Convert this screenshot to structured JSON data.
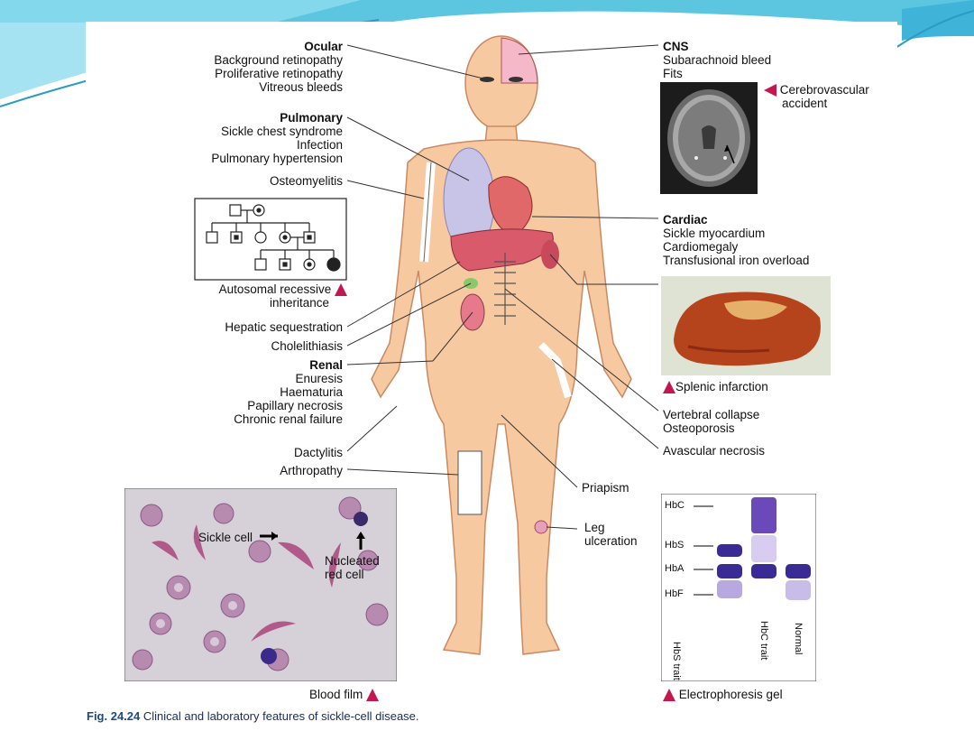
{
  "colors": {
    "accent": "#c4164f",
    "skin": "#f6c9a0",
    "slide_swoosh": "#4fc0dc"
  },
  "labels_left": {
    "ocular": {
      "title": "Ocular",
      "items": [
        "Background retinopathy",
        "Proliferative retinopathy",
        "Vitreous bleeds"
      ]
    },
    "pulmonary": {
      "title": "Pulmonary",
      "items": [
        "Sickle chest syndrome",
        "Infection",
        "Pulmonary hypertension"
      ]
    },
    "osteomyelitis": "Osteomyelitis",
    "inheritance": [
      "Autosomal recessive",
      "inheritance"
    ],
    "hepatic": "Hepatic sequestration",
    "chole": "Cholelithiasis",
    "renal": {
      "title": "Renal",
      "items": [
        "Enuresis",
        "Haematuria",
        "Papillary necrosis",
        "Chronic renal failure"
      ]
    },
    "dactylitis": "Dactylitis",
    "arthropathy": "Arthropathy"
  },
  "labels_right": {
    "cns": {
      "title": "CNS",
      "items": [
        "Subarachnoid bleed",
        "Fits"
      ]
    },
    "cva": [
      "Cerebrovascular",
      "accident"
    ],
    "cardiac": {
      "title": "Cardiac",
      "items": [
        "Sickle myocardium",
        "Cardiomegaly",
        "Transfusional iron overload"
      ]
    },
    "splenic": "Splenic infarction",
    "vertebral": [
      "Vertebral collapse",
      "Osteoporosis"
    ],
    "avascular": "Avascular necrosis",
    "priapism": "Priapism",
    "leg": [
      "Leg",
      "ulceration"
    ]
  },
  "blood_film": {
    "sickle": "Sickle cell",
    "nucleated": [
      "Nucleated",
      "red cell"
    ],
    "caption": "Blood film"
  },
  "gel": {
    "bands": [
      "HbC",
      "HbS",
      "HbA",
      "HbF"
    ],
    "lanes": [
      "HbS trait",
      "HbC trait",
      "Normal"
    ],
    "caption": "Electrophoresis gel"
  },
  "figure_caption": {
    "number": "Fig. 24.24",
    "text": "Clinical and laboratory features of sickle-cell disease."
  }
}
